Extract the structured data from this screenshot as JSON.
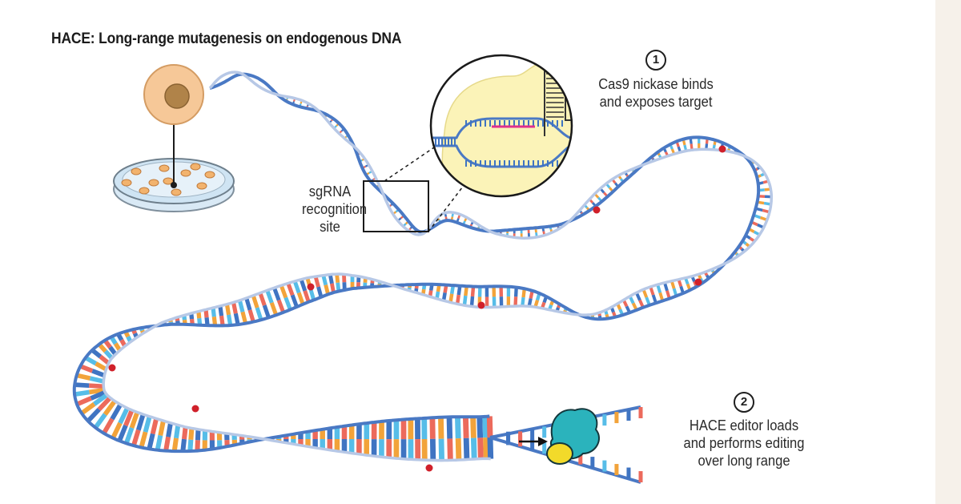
{
  "title": "HACE: Long-range mutagenesis on endogenous DNA",
  "recognition_label": [
    "sgRNA",
    "recognition",
    "site"
  ],
  "step1": {
    "number": "1",
    "lines": [
      "Cas9 nickase binds",
      "and exposes target"
    ]
  },
  "step2": {
    "number": "2",
    "lines": [
      "HACE editor loads",
      "and performs editing",
      "over long range"
    ]
  },
  "colors": {
    "backbone": "#4a79c4",
    "backbone_light": "#b7c8e6",
    "base_red": "#ec6a5c",
    "base_orange": "#f2a33a",
    "base_blue": "#3f74c2",
    "base_cyan": "#57bde8",
    "mutation_dot": "#d0202a",
    "editor_teal": "#2bb3bc",
    "editor_yellow": "#f2da2a",
    "cell_body": "#f6c898",
    "nucleus": "#b08349",
    "dish_liquid": "#cfe4f3",
    "sgrna_yellow": "#fbf3b8",
    "side_panel": "#f6f1ea"
  },
  "icons": [
    "cell-icon",
    "petri-dish-icon",
    "magnifier-circle",
    "hace-editor-icon",
    "arrow-icon"
  ]
}
